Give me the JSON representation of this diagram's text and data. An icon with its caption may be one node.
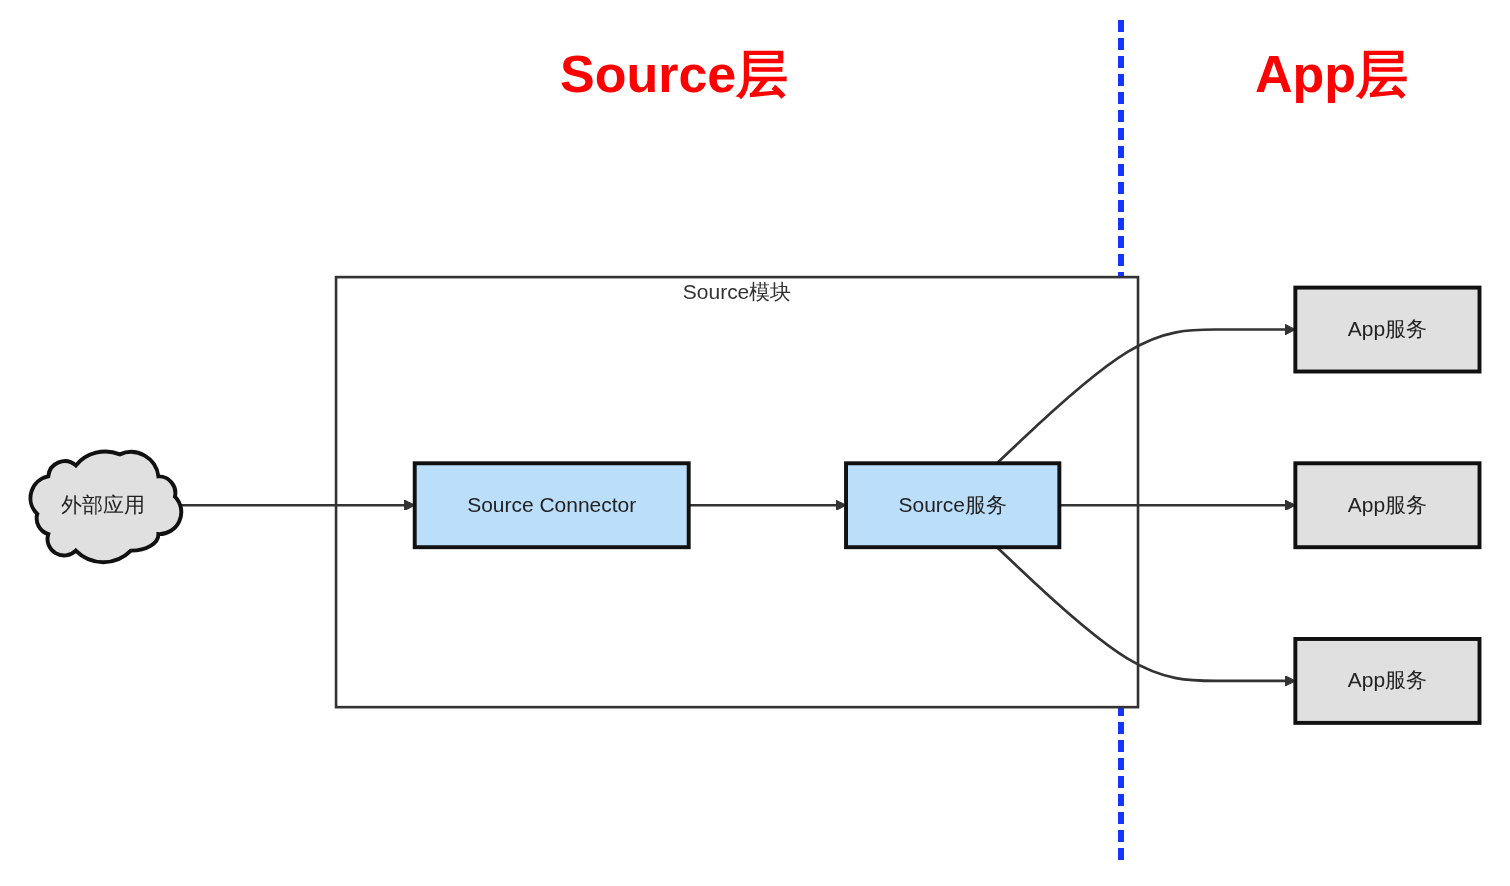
{
  "diagram": {
    "nodes": [
      {
        "text": [
          "外部应用"
        ]
      },
      {
        "text": [
          "Source模块"
        ]
      },
      {
        "text": [
          "Source Connector"
        ],
        "in": 1
      },
      {
        "text": [
          "Source服务"
        ],
        "in": 1
      },
      {
        "text": [
          "App服务"
        ]
      },
      {
        "text": [
          "App服务"
        ]
      },
      {
        "text": [
          "App服务"
        ]
      }
    ],
    "edges": [
      {
        "from": 0,
        "to": 2,
        "arrow": "to"
      },
      {
        "from": 2,
        "to": 3,
        "arrow": "to"
      },
      {
        "from": 3,
        "to": 4,
        "arrow": "to"
      },
      {
        "from": 3,
        "to": 5,
        "arrow": "to"
      },
      {
        "from": 3,
        "to": 6,
        "arrow": "to"
      }
    ],
    "labels": [
      "Source层",
      "App层"
    ]
  }
}
